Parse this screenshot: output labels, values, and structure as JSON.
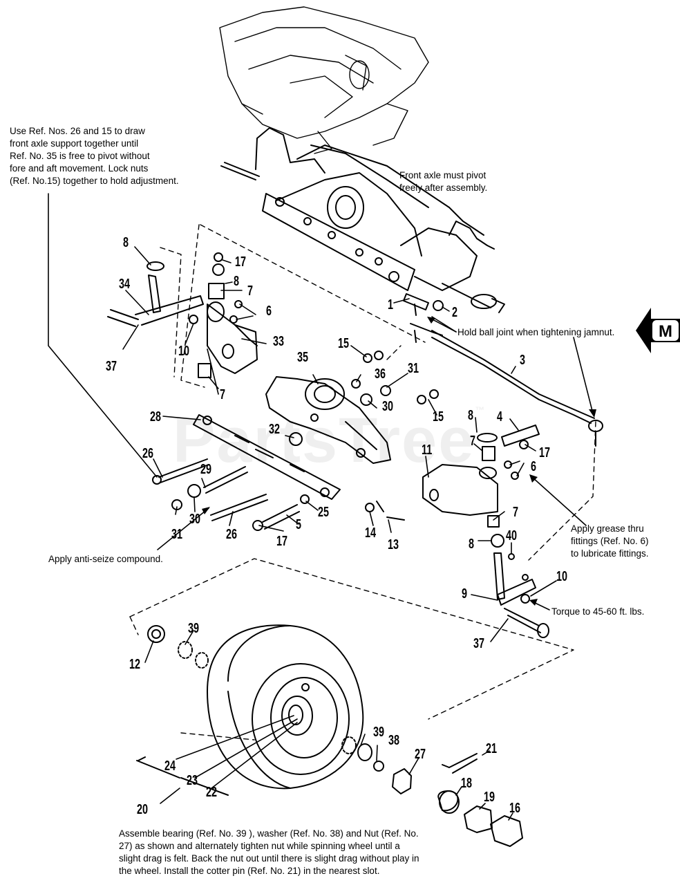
{
  "notes": {
    "adjust": "Use Ref. Nos. 26 and 15 to draw\nfront axle support together until\nRef. No. 35 is free to pivot without\nfore and aft movement.  Lock nuts\n(Ref. No.15) together to hold adjustment.",
    "pivot": "Front axle must pivot\nfreely after assembly.",
    "ball_joint": "Hold ball joint when tightening jamnut.",
    "grease": "Apply grease thru\nfittings (Ref. No. 6)\nto lubricate fittings.",
    "anti_seize": "Apply anti-seize compound.",
    "torque": "Torque to 45-60 ft. lbs.",
    "assemble": "Assemble bearing (Ref. No. 39 ), washer (Ref. No. 38) and Nut (Ref. No.\n27)  as shown and alternately tighten nut while spinning wheel until a\nslight drag is felt.  Back the nut out until there is slight drag without play in\nthe wheel.  Install the cotter pin (Ref. No. 21) in the nearest slot."
  },
  "section_tab": "M",
  "watermark": "PartsTree",
  "watermark_tm": "™",
  "callouts": {
    "c1": "1",
    "c2": "2",
    "c3": "3",
    "c4": "4",
    "c5": "5",
    "c6a": "6",
    "c6b": "6",
    "c7a": "7",
    "c7b": "7",
    "c7c": "7",
    "c7d": "7",
    "c8a": "8",
    "c8b": "8",
    "c8c": "8",
    "c8d": "8",
    "c9": "9",
    "c10a": "10",
    "c10b": "10",
    "c11": "11",
    "c12": "12",
    "c13": "13",
    "c14": "14",
    "c15a": "15",
    "c15b": "15",
    "c16": "16",
    "c17a": "17",
    "c17b": "17",
    "c17c": "17",
    "c18": "18",
    "c19": "19",
    "c20": "20",
    "c21": "21",
    "c22": "22",
    "c23": "23",
    "c24": "24",
    "c25": "25",
    "c26a": "26",
    "c26b": "26",
    "c27": "27",
    "c28": "28",
    "c29": "29",
    "c30a": "30",
    "c30b": "30",
    "c31a": "31",
    "c31b": "31",
    "c32": "32",
    "c33": "33",
    "c34": "34",
    "c35": "35",
    "c36": "36",
    "c37a": "37",
    "c37b": "37",
    "c38": "38",
    "c39a": "39",
    "c39b": "39",
    "c40": "40"
  }
}
